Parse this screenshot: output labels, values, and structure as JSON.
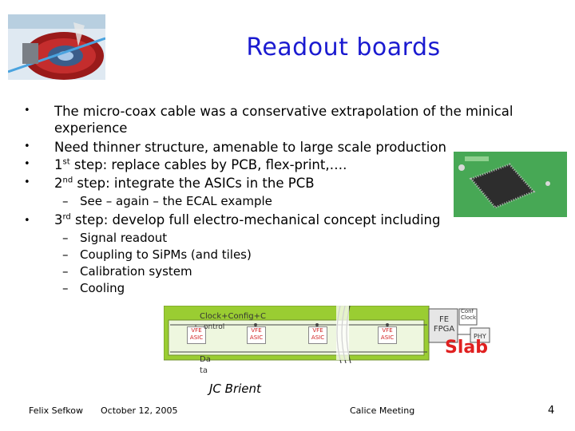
{
  "title": "Readout boards",
  "bullets": [
    {
      "text": "The micro-coax cable was a conservative extrapolation of the minical"
    },
    {
      "text": "experience"
    },
    {
      "text": "Need thinner structure, amenable to large scale production"
    },
    {
      "pre": "1",
      "sup": "st",
      "post": " step: replace cables by PCB, flex-print,…."
    },
    {
      "pre": "2",
      "sup": "nd",
      "post": " step: integrate the ASICs in the PCB"
    },
    {
      "sub": "See – again – the ECAL example"
    },
    {
      "pre": "3",
      "sup": "rd",
      "post": " step: develop full electro-mechanical concept including"
    }
  ],
  "sub_bullets": [
    "Signal readout",
    "Coupling to SiPMs (and tiles)",
    "Calibration system",
    "Cooling"
  ],
  "bullet_char": "•",
  "dash_char": "–",
  "diagram": {
    "clock_label": "Clock+Config+C",
    "control_label": "ontrol",
    "vfe_label_1": "VFE",
    "vfe_label_2": "ASIC",
    "data_label_1": "Da",
    "data_label_2": "ta",
    "fe_label_1": "FE",
    "fe_label_2": "FPGA",
    "conf_label_1": "Conf",
    "conf_label_2": "Clock",
    "phy_label": "PHY",
    "slab_label": "Slab",
    "board_color": "#9acd32",
    "slab_color": "#e02020"
  },
  "credit": "JC Brient",
  "footer": {
    "author": "Felix Sefkow",
    "date": "October 12, 2005",
    "event": "Calice Meeting",
    "page": "4"
  },
  "colors": {
    "title": "#1a1ad0",
    "text": "#000000"
  }
}
